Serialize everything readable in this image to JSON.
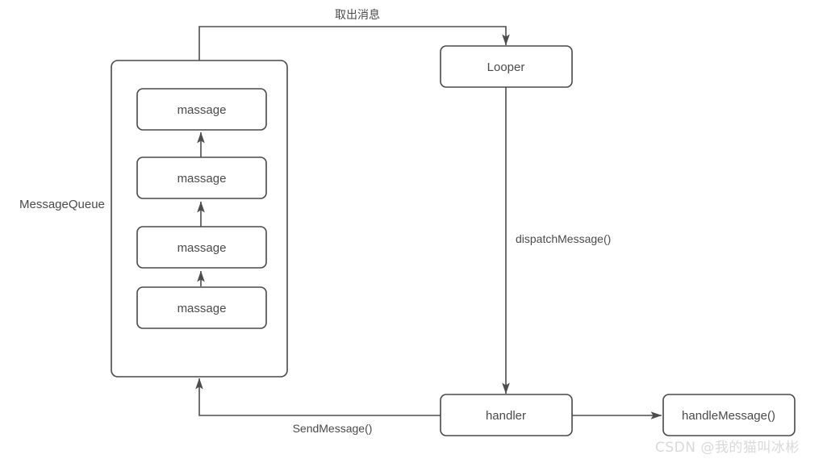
{
  "diagram": {
    "title": "Android Handler message loop diagram",
    "background_color": "#ffffff",
    "stroke_color": "#48484a",
    "text_color": "#4a4a4a",
    "nodes": {
      "message_queue": {
        "label": "MessageQueue",
        "items": [
          {
            "label": "massage"
          },
          {
            "label": "massage"
          },
          {
            "label": "massage"
          },
          {
            "label": "massage"
          }
        ]
      },
      "looper": {
        "label": "Looper"
      },
      "handler": {
        "label": "handler"
      },
      "handle_message": {
        "label": "handleMessage()"
      }
    },
    "edges": {
      "queue_to_looper": {
        "label": "取出消息"
      },
      "looper_to_handler": {
        "label": "dispatchMessage()"
      },
      "handler_to_queue": {
        "label": "SendMessage()"
      },
      "handler_to_handle_message": {
        "label": ""
      }
    },
    "watermark": {
      "text": "CSDN @我的猫叫冰彬",
      "color": "#d9d9d9"
    }
  }
}
